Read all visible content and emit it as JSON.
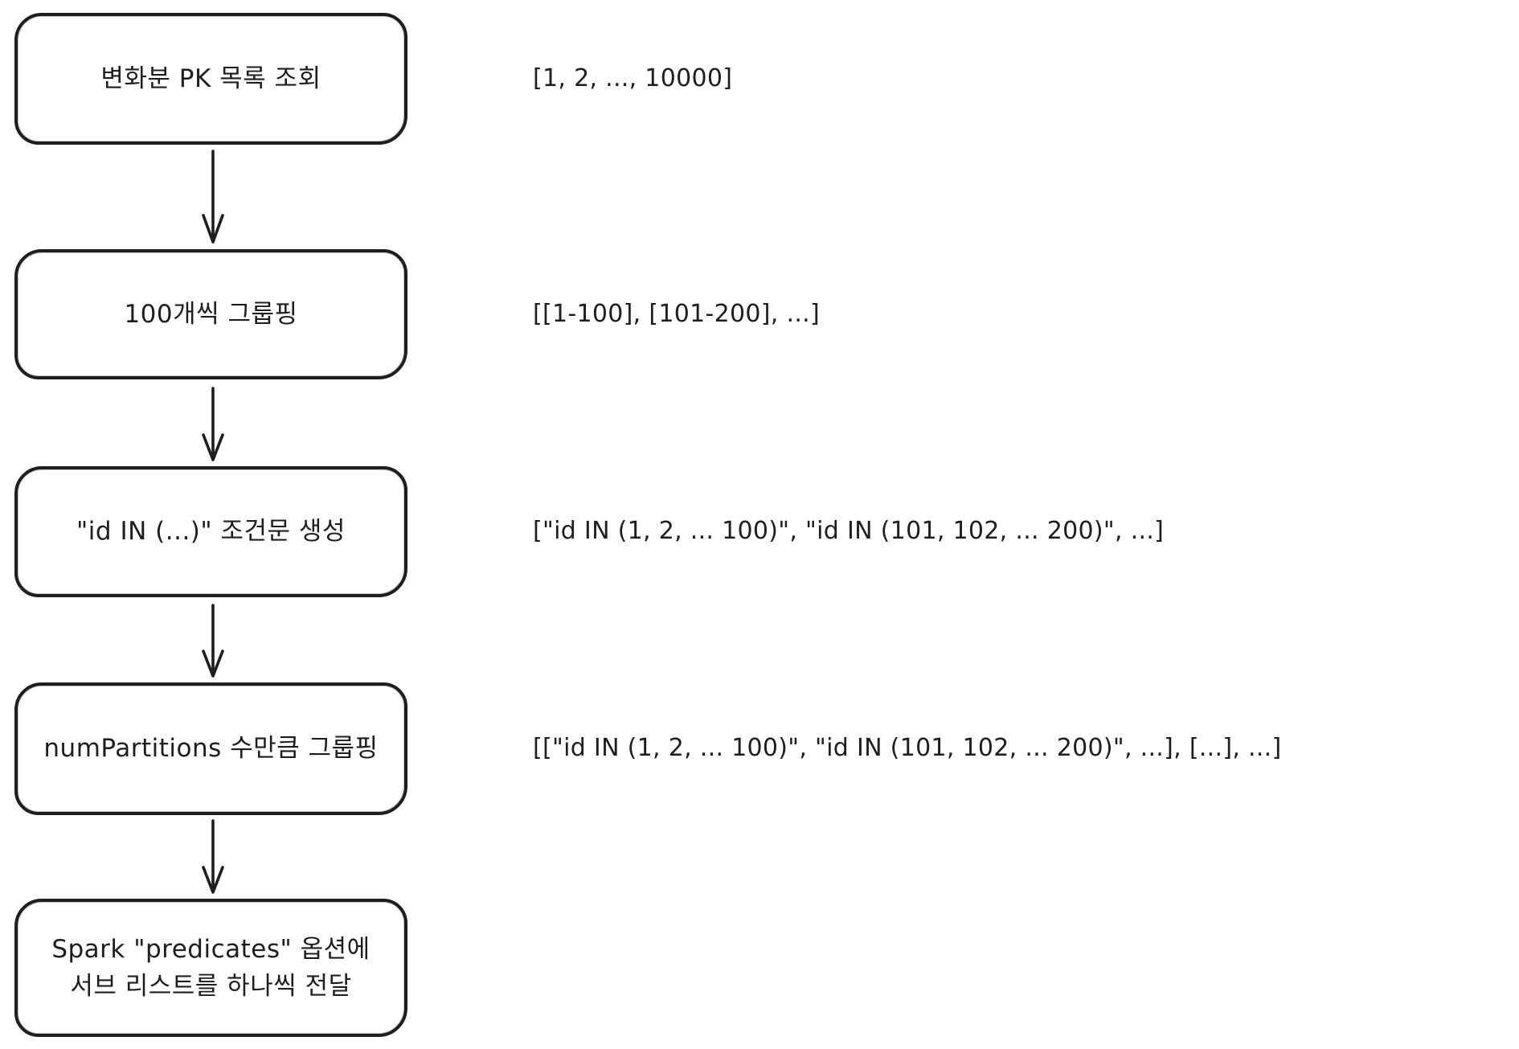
{
  "diagram": {
    "title": "Spark predicates partitioning flow",
    "ink_color": "#1e1e1e",
    "background_color": "#ffffff",
    "steps": [
      {
        "label": "변화분 PK 목록 조회",
        "annotation": "[1, 2, ..., 10000]"
      },
      {
        "label": "100개씩 그룹핑",
        "annotation": "[[1-100], [101-200], ...]"
      },
      {
        "label": "\"id IN (...)\" 조건문 생성",
        "annotation": "[\"id IN (1, 2, ... 100)\", \"id IN (101, 102, ... 200)\", ...]"
      },
      {
        "label": "numPartitions 수만큼 그룹핑",
        "annotation": "[[\"id IN (1, 2, ... 100)\", \"id IN (101, 102, ... 200)\", ...], [...], ...]"
      },
      {
        "label": "Spark \"predicates\" 옵션에\n서브 리스트를 하나씩 전달",
        "annotation": ""
      }
    ]
  }
}
